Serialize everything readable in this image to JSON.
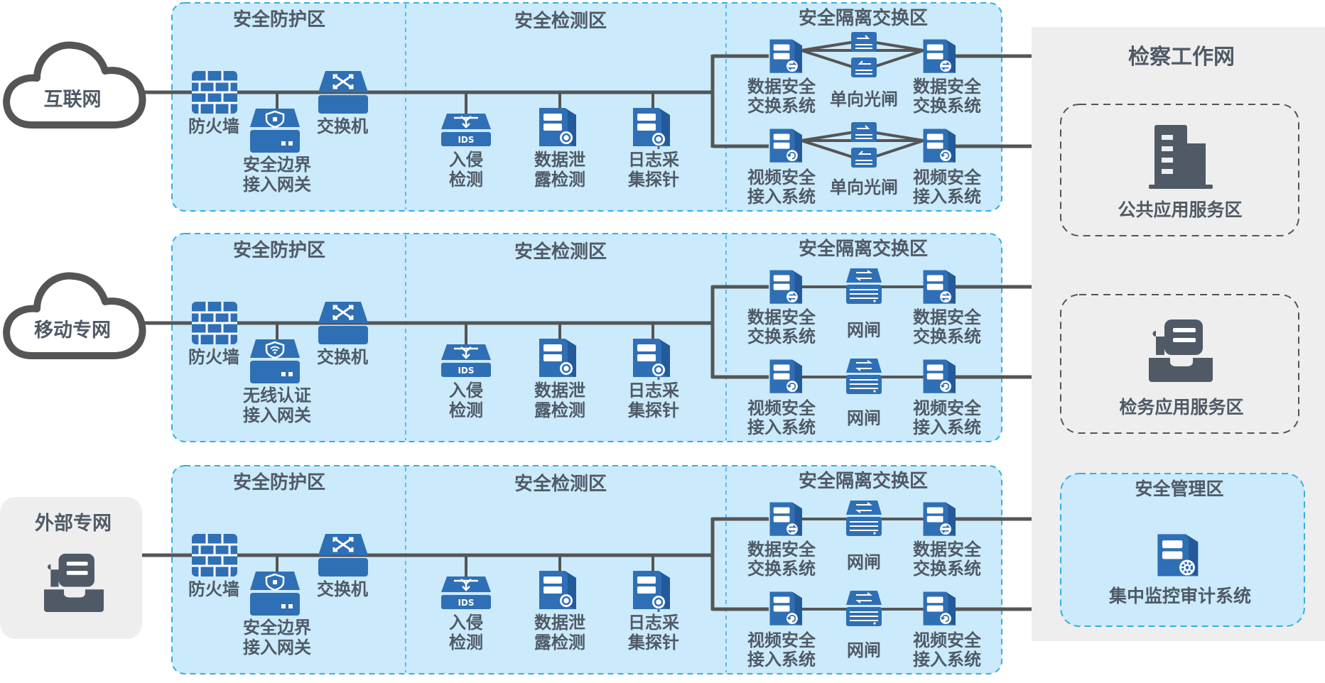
{
  "zones": {
    "protection": "安全防护区",
    "detection": "安全检测区",
    "isolation": "安全隔离交换区"
  },
  "sources": [
    "互联网",
    "移动专网",
    "外部专网"
  ],
  "devices": {
    "firewall": "防火墙",
    "switch": "交换机",
    "gateway_1": "安全边界",
    "gateway_2": "接入网关",
    "wireless_gateway_1": "无线认证",
    "wireless_gateway_2": "接入网关",
    "ids_1": "入侵",
    "ids_2": "检测",
    "dlp_1": "数据泄",
    "dlp_2": "露检测",
    "log_1": "日志采",
    "log_2": "集探针",
    "ids_tag": "IDS"
  },
  "isolation_devices": {
    "data_exchange_1": "数据安全",
    "data_exchange_2": "交换系统",
    "video_access_1": "视频安全",
    "video_access_2": "接入系统",
    "one_way_gate": "单向光闸",
    "gatekeeper": "网闸"
  },
  "right_panel": {
    "title": "检察工作网",
    "public_service": "公共应用服务区",
    "procuratorial_service": "检务应用服务区",
    "security_mgmt": "安全管理区",
    "monitor_system": "集中监控审计系统"
  },
  "colors": {
    "zone_fill": "#cbeafb",
    "zone_border": "#35aee3",
    "icon_blue": "#2f6fb5",
    "line": "#555555",
    "text": "#4f5a66",
    "panel_gray": "#eeeeee"
  }
}
